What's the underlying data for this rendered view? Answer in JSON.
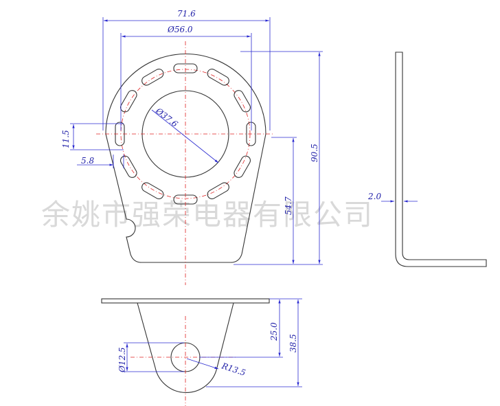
{
  "dimensions": {
    "width_overall": "71.6",
    "bolt_circle_dia": "Ø56.0",
    "center_hole_dia": "Ø37.6",
    "slot_length": "11.5",
    "slot_width": "5.8",
    "height_overall": "90.5",
    "center_height": "54.7",
    "thickness": "2.0",
    "hole_dia_bottom": "Ø12.5",
    "radius_bottom": "R13.5",
    "bottom_center_height": "25.0",
    "bottom_overall_height": "38.5"
  },
  "watermark": "余姚市强荣电器有限公司",
  "colors": {
    "outline": "#333333",
    "dimension": "#2a2ad0",
    "centerline": "#e02020",
    "watermark": "#d9d9d9"
  }
}
